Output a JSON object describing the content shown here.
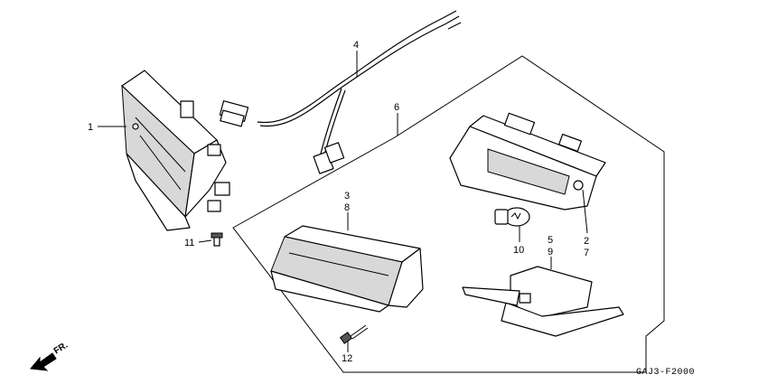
{
  "diagram_code": "GAJ3-F2000",
  "direction_label": "FR.",
  "callouts": [
    "1",
    "2",
    "3",
    "4",
    "5",
    "6",
    "7",
    "8",
    "9",
    "10",
    "11",
    "12"
  ]
}
